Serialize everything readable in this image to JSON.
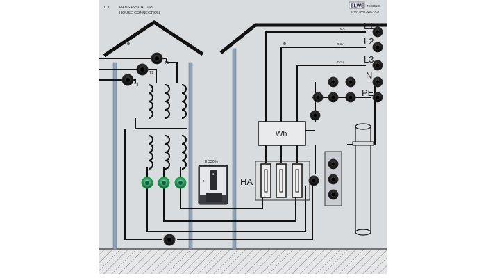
{
  "header": {
    "number": "0.1",
    "title_de": "HAUSANSCHLUSS",
    "title_en": "HOUSE CONNECTION",
    "brand": "ELWE",
    "brand_sub": "TECHNIK",
    "part_number": "8-1014001-000-10-0"
  },
  "lines": {
    "l1": "L1",
    "l2": "L2",
    "l3": "L3",
    "n": "N",
    "pe": "PE"
  },
  "currents": {
    "c1": "6 A",
    "c2": "0,1 A",
    "c3": "0,1 A"
  },
  "transformers": {
    "t1": "T1",
    "t2": "T2",
    "t3": "T3"
  },
  "switch_label": "ED30%",
  "switch_pos_1": "1",
  "switch_pos_0": "0",
  "meter_label": "Wh",
  "fuse_label": "HA",
  "colors": {
    "panel": "#d9dcdf",
    "wire": "#111111",
    "socket_green": "#1f8f5a",
    "bar_blue": "#8fa3b8"
  }
}
